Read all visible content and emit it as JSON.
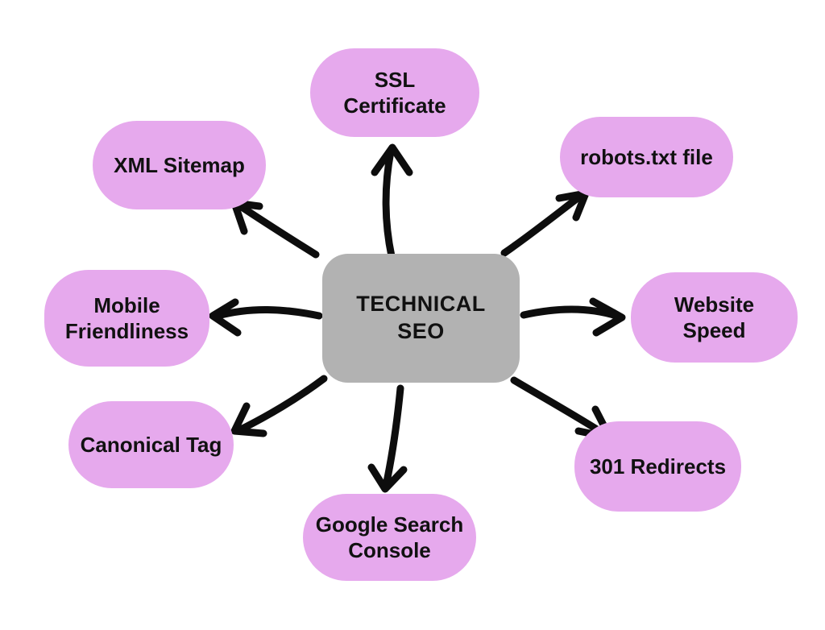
{
  "diagram": {
    "center_node": {
      "label": "TECHNICAL SEO"
    },
    "nodes": [
      {
        "label": "SSL Certificate",
        "position": "top"
      },
      {
        "label": "robots.txt file",
        "position": "top-right"
      },
      {
        "label": "Website Speed",
        "position": "right"
      },
      {
        "label": "301 Redirects",
        "position": "bottom-right"
      },
      {
        "label": "Google Search Console",
        "position": "bottom"
      },
      {
        "label": "Canonical Tag",
        "position": "bottom-left"
      },
      {
        "label": "Mobile Friendliness",
        "position": "left"
      },
      {
        "label": "XML Sitemap",
        "position": "top-left"
      }
    ],
    "colors": {
      "background": "#ffffff",
      "node_fill": "#e6a9ed",
      "center_fill": "#b2b2b2",
      "text": "#111111",
      "arrow": "#0d0d0d"
    }
  }
}
